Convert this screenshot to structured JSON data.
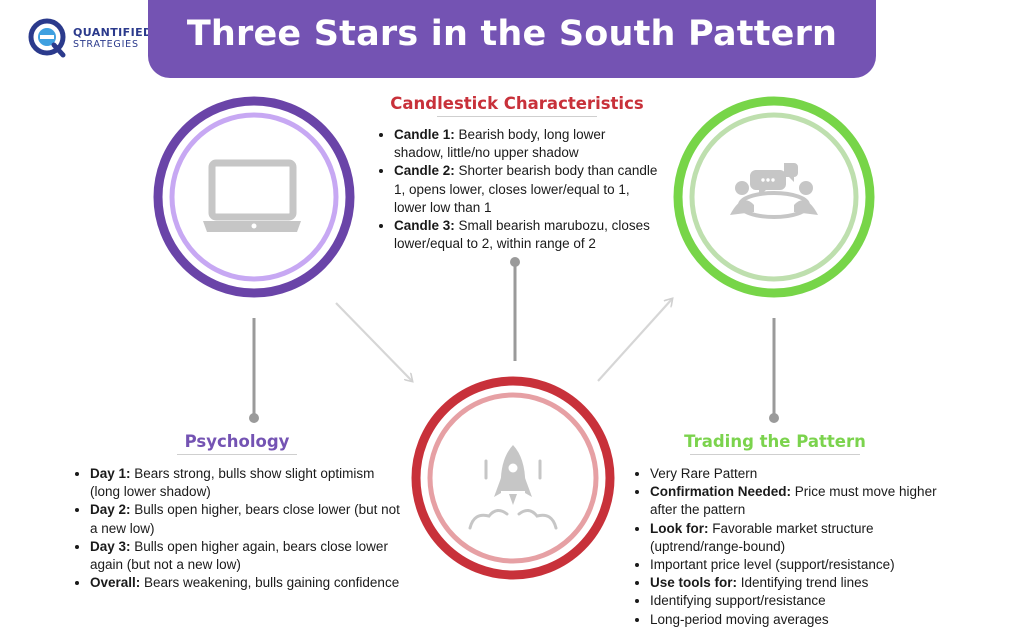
{
  "title": "Three Stars in the South Pattern",
  "logo": {
    "line1": "QUANTIFIED",
    "line2": "STRATEGIES",
    "color": "#2b3a8c"
  },
  "colors": {
    "purple": "#6a44a8",
    "red": "#c8313a",
    "green": "#7bd34d",
    "connector": "#9a9a9a",
    "icon": "#c6c6c6"
  },
  "candlestick": {
    "heading": "Candlestick Characteristics",
    "items": [
      {
        "label": "Candle 1:",
        "text": " Bearish body, long lower shadow, little/no upper shadow"
      },
      {
        "label": "Candle 2:",
        "text": " Shorter bearish body than candle 1, opens lower, closes lower/equal to 1, lower low than 1"
      },
      {
        "label": "Candle 3:",
        "text": " Small bearish marubozu, closes lower/equal to 2, within range of 2"
      }
    ]
  },
  "psychology": {
    "heading": "Psychology",
    "items": [
      {
        "label": "Day 1:",
        "text": " Bears strong, bulls show slight optimism (long lower shadow)"
      },
      {
        "label": "Day 2:",
        "text": " Bulls open higher, bears close lower (but not a new low)"
      },
      {
        "label": "Day 3:",
        "text": " Bulls open higher again, bears close lower again (but not a new low)"
      },
      {
        "label": "Overall:",
        "text": " Bears weakening, bulls gaining confidence"
      }
    ]
  },
  "trading": {
    "heading": "Trading the Pattern",
    "items": [
      {
        "label": "",
        "text": "Very Rare Pattern"
      },
      {
        "label": "Confirmation Needed:",
        "text": " Price must move higher after the pattern"
      },
      {
        "label": "Look for:",
        "text": " Favorable market structure (uptrend/range-bound)"
      },
      {
        "label": "",
        "text": "Important price level (support/resistance)"
      },
      {
        "label": "Use tools for:",
        "text": " Identifying trend lines"
      },
      {
        "label": "",
        "text": "Identifying support/resistance"
      },
      {
        "label": "",
        "text": "Long-period moving averages"
      }
    ]
  },
  "icons": {
    "psychology_circle": "laptop-icon",
    "trading_circle": "meeting-icon",
    "candlestick_circle": "rocket-icon"
  }
}
